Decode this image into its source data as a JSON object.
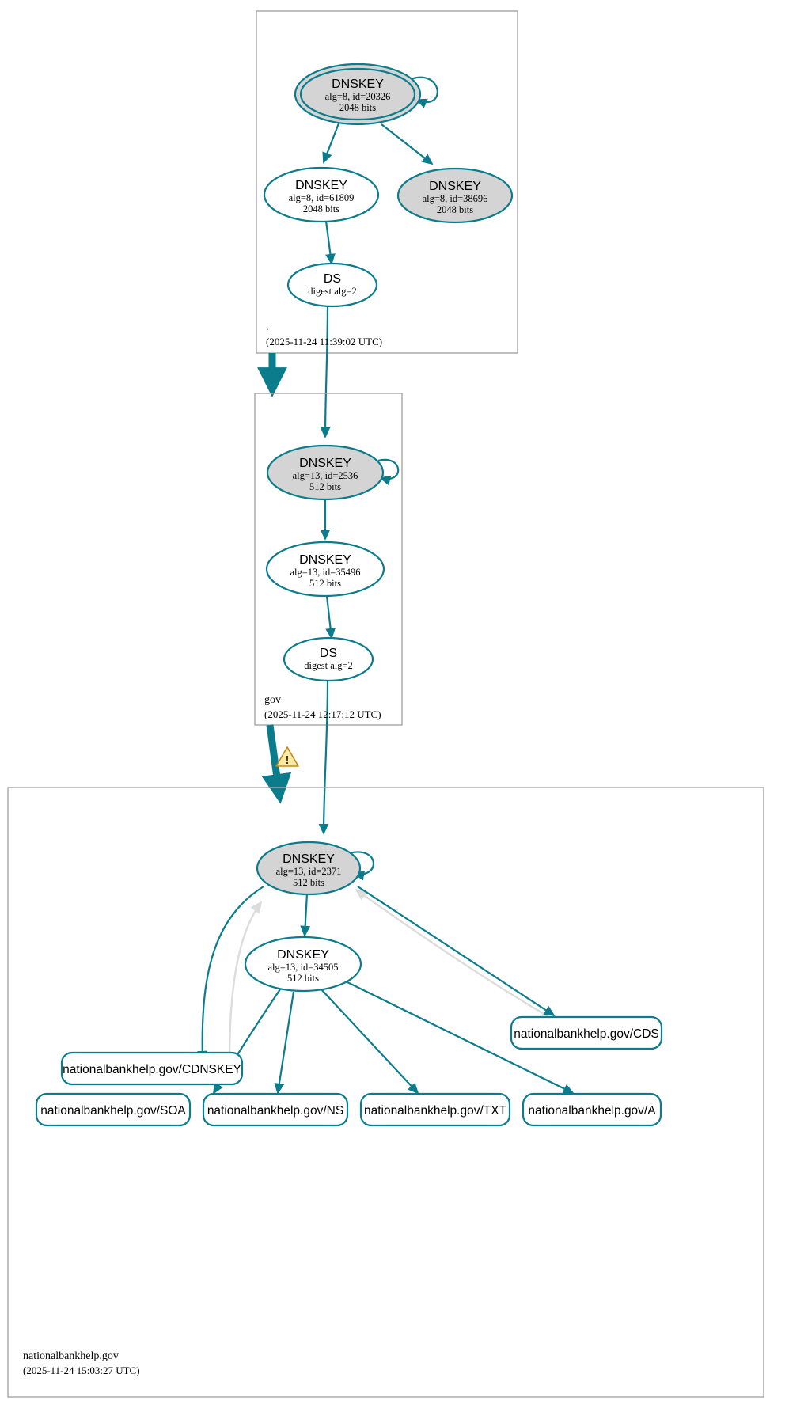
{
  "diagram": {
    "kind": "dnssec-authentication-chain",
    "colors": {
      "accent": "#0a7c8c",
      "node_secure_fill": "#d4d4d4",
      "node_plain_fill": "#ffffff",
      "zone_border": "#a6a6a6",
      "insecure_edge": "#dcdcdc",
      "warning": "#f0a500"
    }
  },
  "zones": [
    {
      "id": "root",
      "label": ".",
      "timestamp": "(2025-11-24 11:39:02 UTC)",
      "nodes": [
        {
          "id": "root-ksk",
          "type": "DNSKEY",
          "title": "DNSKEY",
          "line2": "alg=8, id=20326",
          "line3": "2048 bits",
          "style": "trust-anchor",
          "fill": "grey"
        },
        {
          "id": "root-zsk-61809",
          "type": "DNSKEY",
          "title": "DNSKEY",
          "line2": "alg=8, id=61809",
          "line3": "2048 bits",
          "style": "normal",
          "fill": "white"
        },
        {
          "id": "root-key-38696",
          "type": "DNSKEY",
          "title": "DNSKEY",
          "line2": "alg=8, id=38696",
          "line3": "2048 bits",
          "style": "normal",
          "fill": "grey"
        },
        {
          "id": "root-ds",
          "type": "DS",
          "title": "DS",
          "line2": "digest alg=2",
          "line3": "",
          "style": "normal",
          "fill": "white"
        }
      ]
    },
    {
      "id": "gov",
      "label": "gov",
      "timestamp": "(2025-11-24 12:17:12 UTC)",
      "nodes": [
        {
          "id": "gov-ksk-2536",
          "type": "DNSKEY",
          "title": "DNSKEY",
          "line2": "alg=13, id=2536",
          "line3": "512 bits",
          "style": "normal",
          "fill": "grey"
        },
        {
          "id": "gov-zsk-35496",
          "type": "DNSKEY",
          "title": "DNSKEY",
          "line2": "alg=13, id=35496",
          "line3": "512 bits",
          "style": "normal",
          "fill": "white"
        },
        {
          "id": "gov-ds",
          "type": "DS",
          "title": "DS",
          "line2": "digest alg=2",
          "line3": "",
          "style": "normal",
          "fill": "white"
        }
      ]
    },
    {
      "id": "nationalbankhelp",
      "label": "nationalbankhelp.gov",
      "timestamp": "(2025-11-24 15:03:27 UTC)",
      "nodes": [
        {
          "id": "nbh-ksk-2371",
          "type": "DNSKEY",
          "title": "DNSKEY",
          "line2": "alg=13, id=2371",
          "line3": "512 bits",
          "style": "normal",
          "fill": "grey"
        },
        {
          "id": "nbh-zsk-34505",
          "type": "DNSKEY",
          "title": "DNSKEY",
          "line2": "alg=13, id=34505",
          "line3": "512 bits",
          "style": "normal",
          "fill": "white"
        }
      ],
      "rrsets": [
        {
          "id": "rr-cds",
          "label": "nationalbankhelp.gov/CDS"
        },
        {
          "id": "rr-cdnskey",
          "label": "nationalbankhelp.gov/CDNSKEY"
        },
        {
          "id": "rr-soa",
          "label": "nationalbankhelp.gov/SOA"
        },
        {
          "id": "rr-ns",
          "label": "nationalbankhelp.gov/NS"
        },
        {
          "id": "rr-txt",
          "label": "nationalbankhelp.gov/TXT"
        },
        {
          "id": "rr-a",
          "label": "nationalbankhelp.gov/A"
        }
      ]
    }
  ],
  "warnings": [
    {
      "id": "delegation-warning",
      "icon": "warning-triangle-icon",
      "glyph": "⚠"
    }
  ]
}
